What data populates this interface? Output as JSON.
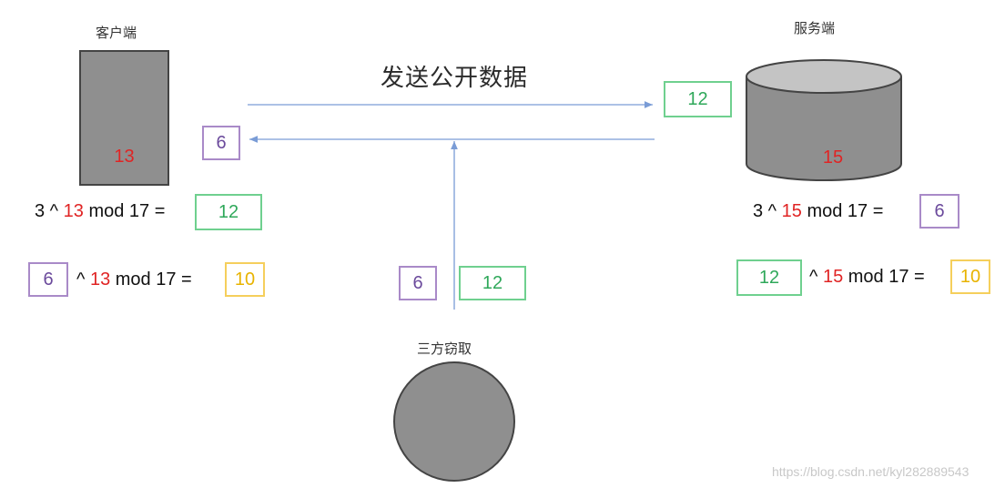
{
  "client": {
    "label": "客户端",
    "secret": "13"
  },
  "server": {
    "label": "服务端",
    "secret": "15"
  },
  "eavesdropper": {
    "label": "三方窃取"
  },
  "arrow_title": "发送公开数据",
  "sent_to_server": "12",
  "sent_to_client": "6",
  "intercepted": {
    "a": "6",
    "b": "12"
  },
  "client_eq1": {
    "base": "3 ^",
    "exp": "13",
    "rest": "mod 17 =",
    "result": "12"
  },
  "client_eq2": {
    "base": "6",
    "mid": "^",
    "exp": "13",
    "rest": "mod 17 =",
    "result": "10"
  },
  "server_eq1": {
    "base": "3 ^",
    "exp": "15",
    "rest": "mod 17 =",
    "result": "6"
  },
  "server_eq2": {
    "base": "12",
    "mid": "^",
    "exp": "15",
    "rest": "mod 17 =",
    "result": "10"
  },
  "colors": {
    "green": "#2fa85a",
    "purple": "#6b4a9c",
    "orange": "#e8b300",
    "red": "#e02424",
    "arrow": "#7a9cd6"
  },
  "watermark": "https://blog.csdn.net/kyl282889543"
}
